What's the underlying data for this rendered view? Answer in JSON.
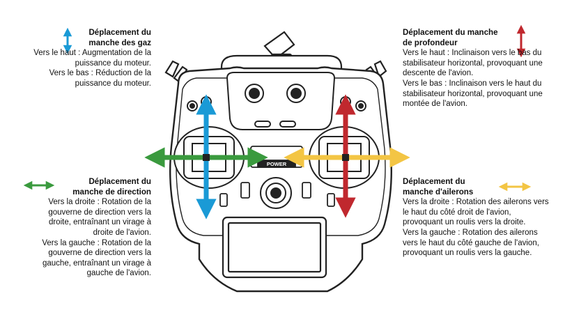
{
  "throttle": {
    "title_lines": [
      "Déplacement du",
      "manche des gaz"
    ],
    "body_lines": [
      "Vers le haut : Augmentation de la",
      "puissance du moteur.",
      "Vers le bas : Réduction de la",
      "puissance du moteur."
    ],
    "arrow_color": "#1a9ad6"
  },
  "elevator": {
    "title_lines": [
      "Déplacement du manche",
      "de profondeur"
    ],
    "body_lines": [
      "Vers le haut : Inclinaison vers le bas du",
      "stabilisateur horizontal, provoquant une",
      "descente de l'avion.",
      "Vers le bas : Inclinaison vers le haut du",
      "stabilisateur horizontal, provoquant une",
      "montée de l'avion."
    ],
    "arrow_color": "#c0282e"
  },
  "rudder": {
    "title_lines": [
      "Déplacement du",
      "manche de direction"
    ],
    "body_lines": [
      "Vers la droite : Rotation de la",
      "gouverne de direction vers la",
      "droite, entraînant un virage à",
      "droite de l'avion.",
      "Vers la gauche : Rotation de la",
      "gouverne de direction vers la",
      "gauche, entraînant un virage à",
      "gauche de l'avion."
    ],
    "arrow_color": "#3a9a3e"
  },
  "ailerons": {
    "title_lines": [
      "Déplacement du",
      "manche d'ailerons"
    ],
    "body_lines": [
      "Vers la droite : Rotation des ailerons vers",
      "le haut du côté droit de l'avion,",
      "provoquant un roulis vers la droite.",
      "Vers la gauche : Rotation des ailerons",
      "vers le haut du côté gauche de l'avion,",
      "provoquant un roulis vers la gauche."
    ],
    "arrow_color": "#f3c544"
  },
  "controller": {
    "power_label": "POWER"
  }
}
